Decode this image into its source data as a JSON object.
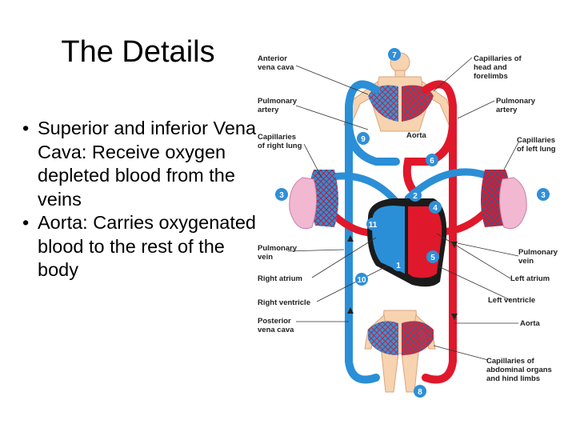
{
  "slide": {
    "title": "The Details",
    "bullets": [
      "Superior and inferior Vena Cava: Receive oxygen depleted blood from the veins",
      "Aorta: Carries oxygenated blood to the rest of the body"
    ]
  },
  "diagram": {
    "labels": {
      "anterior_vena_cava_1": "Anterior",
      "anterior_vena_cava_2": "vena cava",
      "pulmonary_artery_left_1": "Pulmonary",
      "pulmonary_artery_left_2": "artery",
      "capillaries_right_lung_1": "Capillaries",
      "capillaries_right_lung_2": "of right lung",
      "pulmonary_vein_left_1": "Pulmonary",
      "pulmonary_vein_left_2": "vein",
      "right_atrium": "Right atrium",
      "right_ventricle": "Right ventricle",
      "posterior_vena_cava_1": "Posterior",
      "posterior_vena_cava_2": "vena cava",
      "capillaries_head_1": "Capillaries of",
      "capillaries_head_2": "head and",
      "capillaries_head_3": "forelimbs",
      "pulmonary_artery_right_1": "Pulmonary",
      "pulmonary_artery_right_2": "artery",
      "aorta_top": "Aorta",
      "capillaries_left_lung_1": "Capillaries",
      "capillaries_left_lung_2": "of left lung",
      "pulmonary_vein_right_1": "Pulmonary",
      "pulmonary_vein_right_2": "vein",
      "left_atrium": "Left atrium",
      "left_ventricle": "Left ventricle",
      "aorta_bottom": "Aorta",
      "capillaries_abdominal_1": "Capillaries of",
      "capillaries_abdominal_2": "abdominal organs",
      "capillaries_abdominal_3": "and hind limbs"
    },
    "numbers": {
      "n1": "1",
      "n2": "2",
      "n3a": "3",
      "n3b": "3",
      "n4": "4",
      "n5": "5",
      "n6": "6",
      "n7": "7",
      "n8": "8",
      "n9": "9",
      "n10": "10",
      "n11": "11"
    },
    "colors": {
      "vein_blue": "#2a8fd6",
      "artery_red": "#e0182b",
      "heart_dark": "#1b1b1b",
      "lung_pink": "#f2b8d2",
      "skin": "#f7d3b0",
      "badge_blue": "#2f8fd8"
    }
  }
}
